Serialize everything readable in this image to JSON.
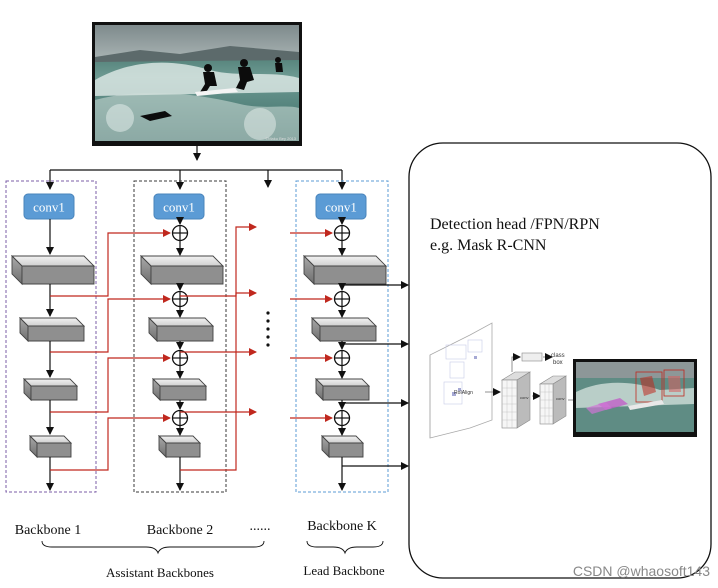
{
  "blocks": {
    "conv_label": "conv1",
    "backbone_1": "Backbone 1",
    "backbone_2": "Backbone 2",
    "backbone_k": "Backbone K",
    "ellipsis": "......",
    "assistant": "Assistant Backbones",
    "lead": "Lead Backbone"
  },
  "head": {
    "line1": "Detection head /FPN/RPN",
    "line2": "e.g. Mask R-CNN",
    "roialign": "RoIAlign",
    "conv_a": "conv",
    "conv_b": "conv",
    "class_label": "class",
    "box_label": "box"
  },
  "photo": {
    "credit": "©Maku Bey 2013"
  },
  "watermark": "CSDN @whaosoft143",
  "colors": {
    "conv_fill": "#5b9bd5",
    "assistant_border": "#7b5ea7",
    "lead_border": "#5b9bd5",
    "lateral_arrow": "#c0281e"
  }
}
